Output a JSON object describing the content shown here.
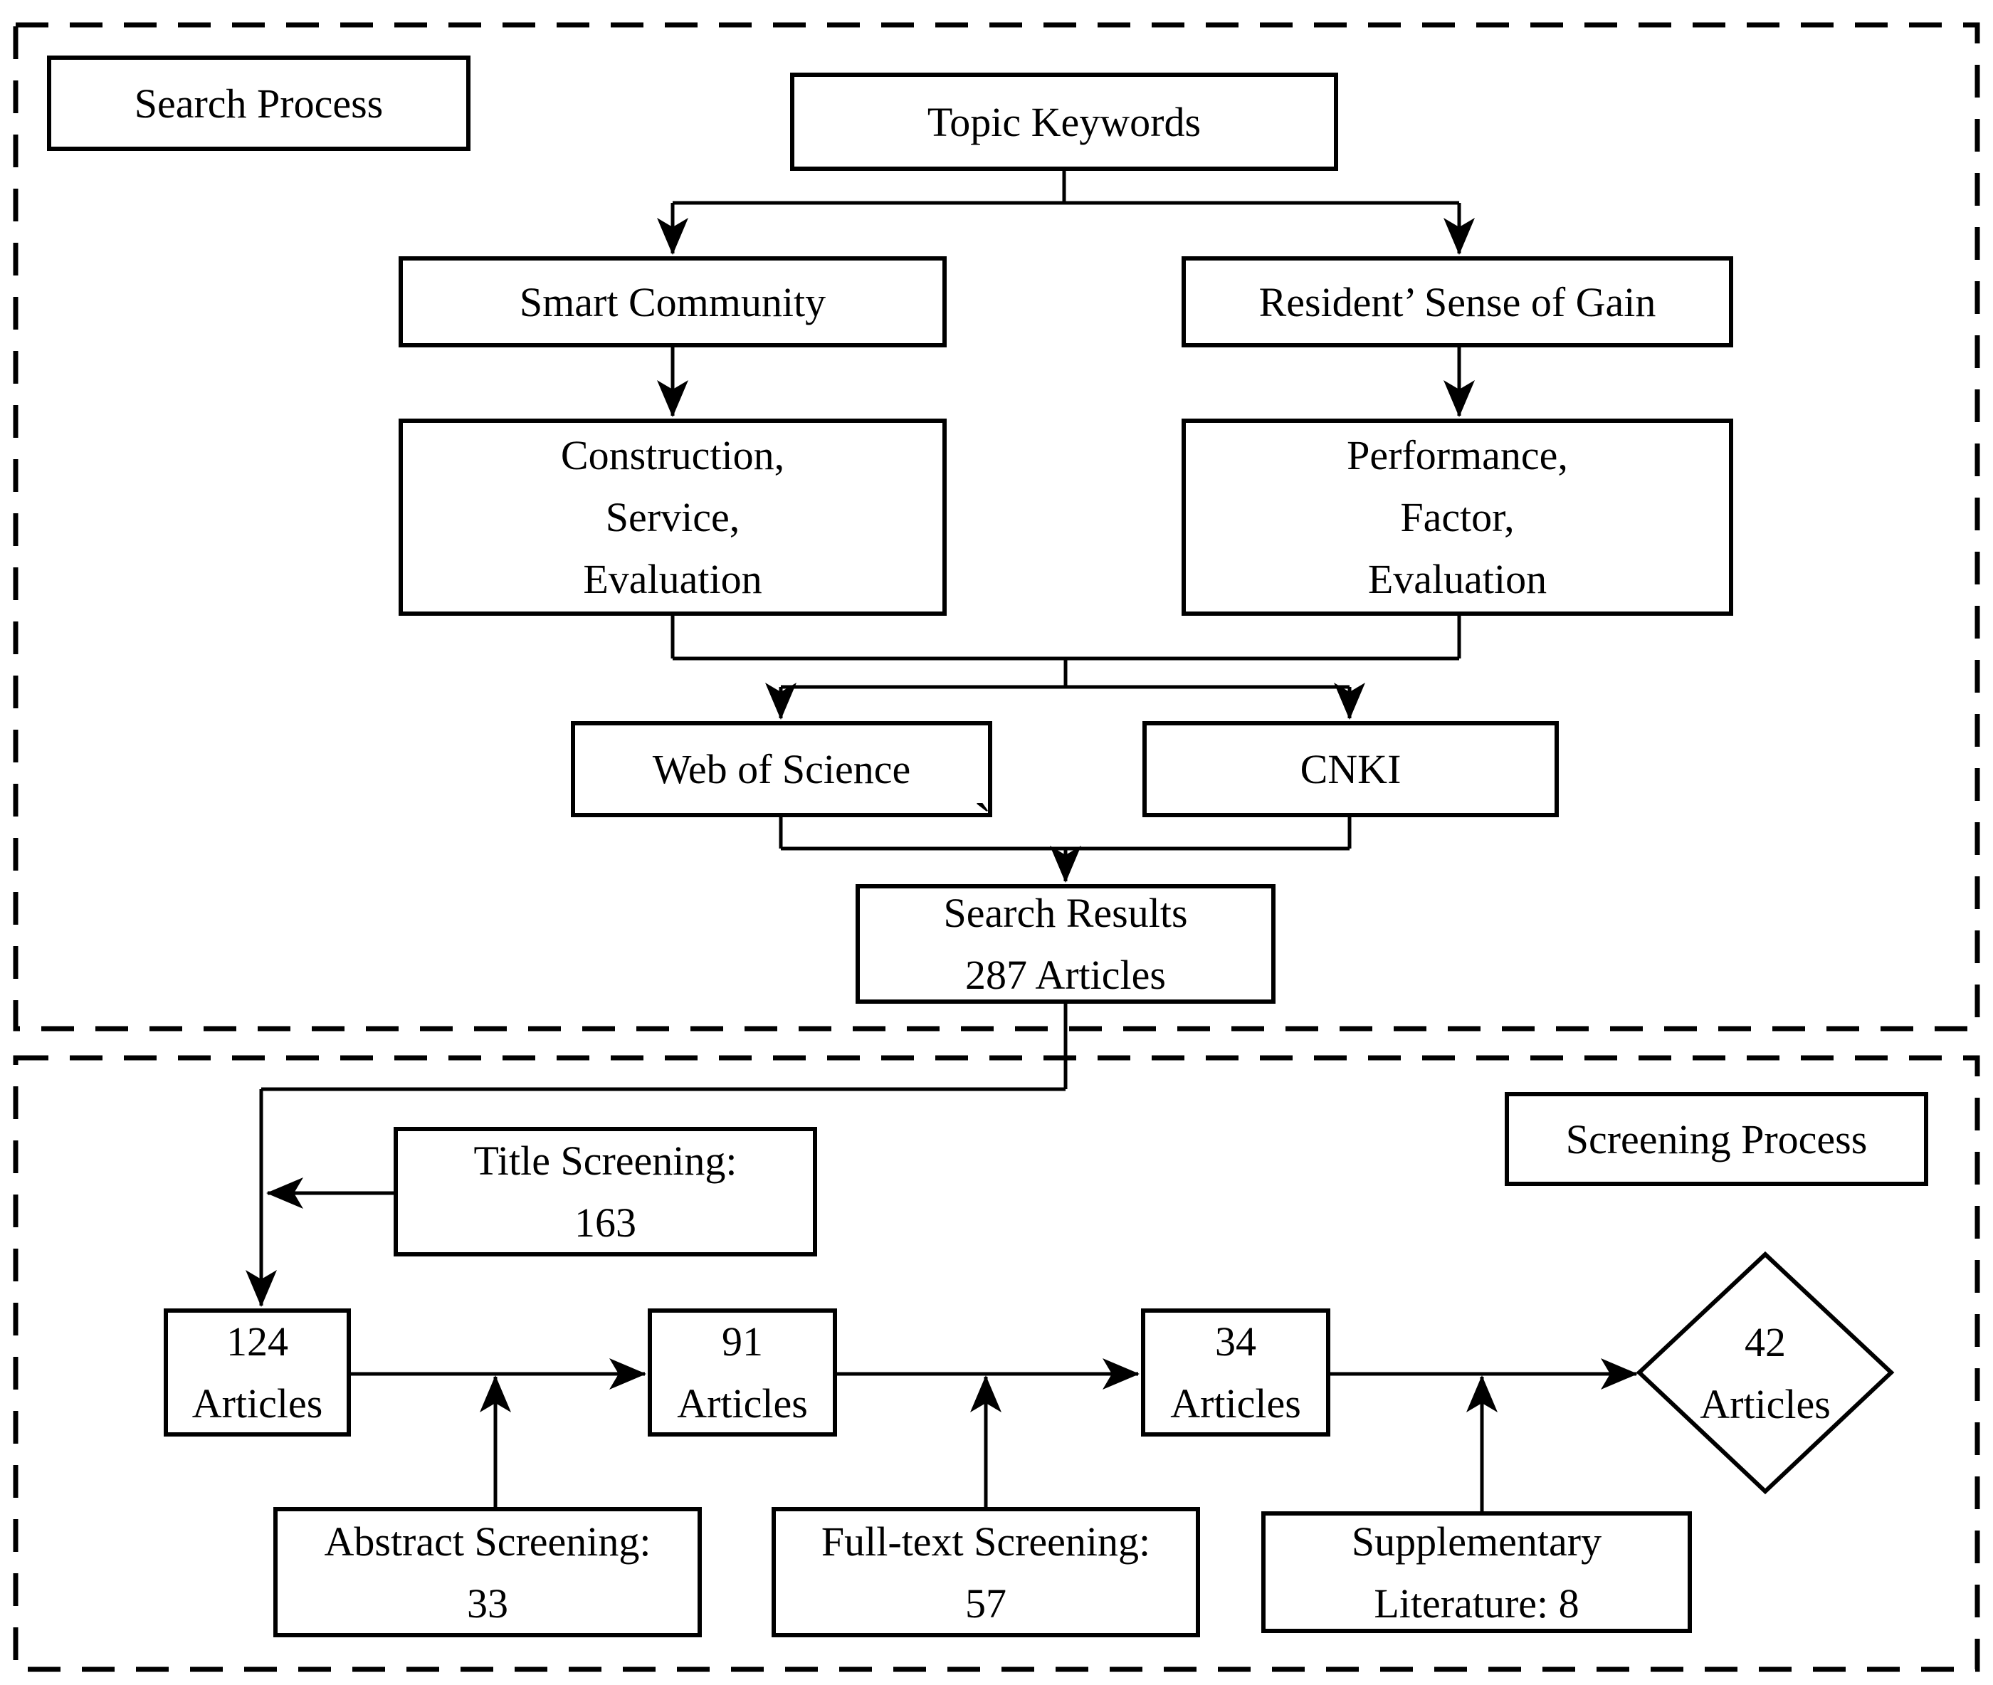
{
  "colors": {
    "ink": "#000000",
    "paper": "#ffffff"
  },
  "search_section": {
    "label": "Search Process",
    "nodes": {
      "topic_keywords": "Topic Keywords",
      "smart_community": "Smart Community",
      "resident_sense_of_gain": "Resident’ Sense of Gain",
      "smart_community_terms": "Construction,\nService,\nEvaluation",
      "resident_terms": "Performance,\nFactor,\nEvaluation",
      "web_of_science": "Web of Science",
      "cnki": "CNKI",
      "search_results": "Search Results\n287 Articles",
      "stray_mark": "`"
    }
  },
  "screening_section": {
    "label": "Screening Process",
    "nodes": {
      "title_screening": "Title Screening:\n163",
      "articles_124": "124\nArticles",
      "abstract_screening": "Abstract Screening:\n33",
      "articles_91": "91\nArticles",
      "full_text_screening": "Full-text Screening:\n57",
      "articles_34": "34\nArticles",
      "supplementary_literature": "Supplementary\nLiterature: 8",
      "articles_42": "42\nArticles"
    }
  }
}
